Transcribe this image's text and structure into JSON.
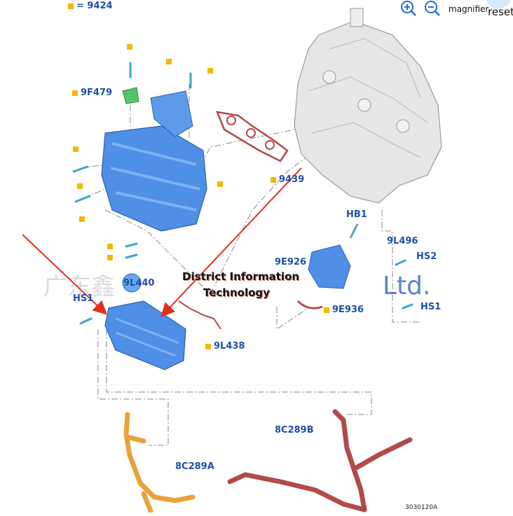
{
  "toolbar": {
    "zoom_in_icon": "zoom-in-icon",
    "zoom_out_icon": "zoom-out-icon",
    "magnifier_label": "magnifier",
    "reset_label": "reset"
  },
  "diagram": {
    "header_code": "= 9424",
    "ref_number": "3030120A",
    "labels": {
      "l9F479": "9F479",
      "l9439": "9439",
      "lHB1": "HB1",
      "l9L496": "9L496",
      "lHS2": "HS2",
      "l9E926": "9E926",
      "l9E936": "9E936",
      "lHS1_right": "HS1",
      "lHS1_left": "HS1",
      "l9L440": "9L440",
      "l9L438": "9L438",
      "l8C289B": "8C289B",
      "l8C289A": "8C289A"
    }
  },
  "watermark": {
    "cn_text": "广东鑫",
    "overlay_line1": "District Information",
    "overlay_line2": "Technology",
    "ltd_text": "Ltd."
  },
  "colors": {
    "callout_text": "#1f4fa6",
    "marker": "#f5b800",
    "engine_block": "#e6e6e6",
    "part_blue": "#4f8fe6",
    "hose_orange": "#e8a23a",
    "hose_red": "#b34a4a",
    "arrow_red": "#e0301e"
  }
}
